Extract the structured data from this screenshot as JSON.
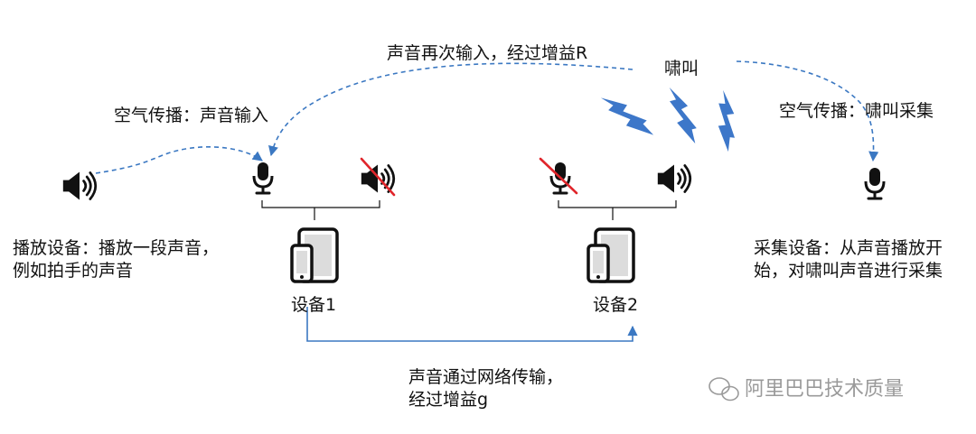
{
  "labels": {
    "air_input": "空气传播：声音输入",
    "feedback": "声音再次输入，经过增益R",
    "howl": "啸叫",
    "air_capture": "空气传播：啸叫采集",
    "player_line1": "播放设备：播放一段声音，",
    "player_line2": "例如拍手的声音",
    "device1": "设备1",
    "device2": "设备2",
    "network_line1": "声音通过网络传输，",
    "network_line2": "经过增益g",
    "capture_line1": "采集设备：从声音播放开",
    "capture_line2": "始，对啸叫声音进行采集"
  },
  "watermark": "阿里巴巴技术质量",
  "colors": {
    "arrow": "#3b78c2",
    "lightning": "#3d77c9",
    "strike": "#e0252b",
    "icon": "#111111",
    "text": "#111111",
    "watermark": "#9a9a9a"
  }
}
